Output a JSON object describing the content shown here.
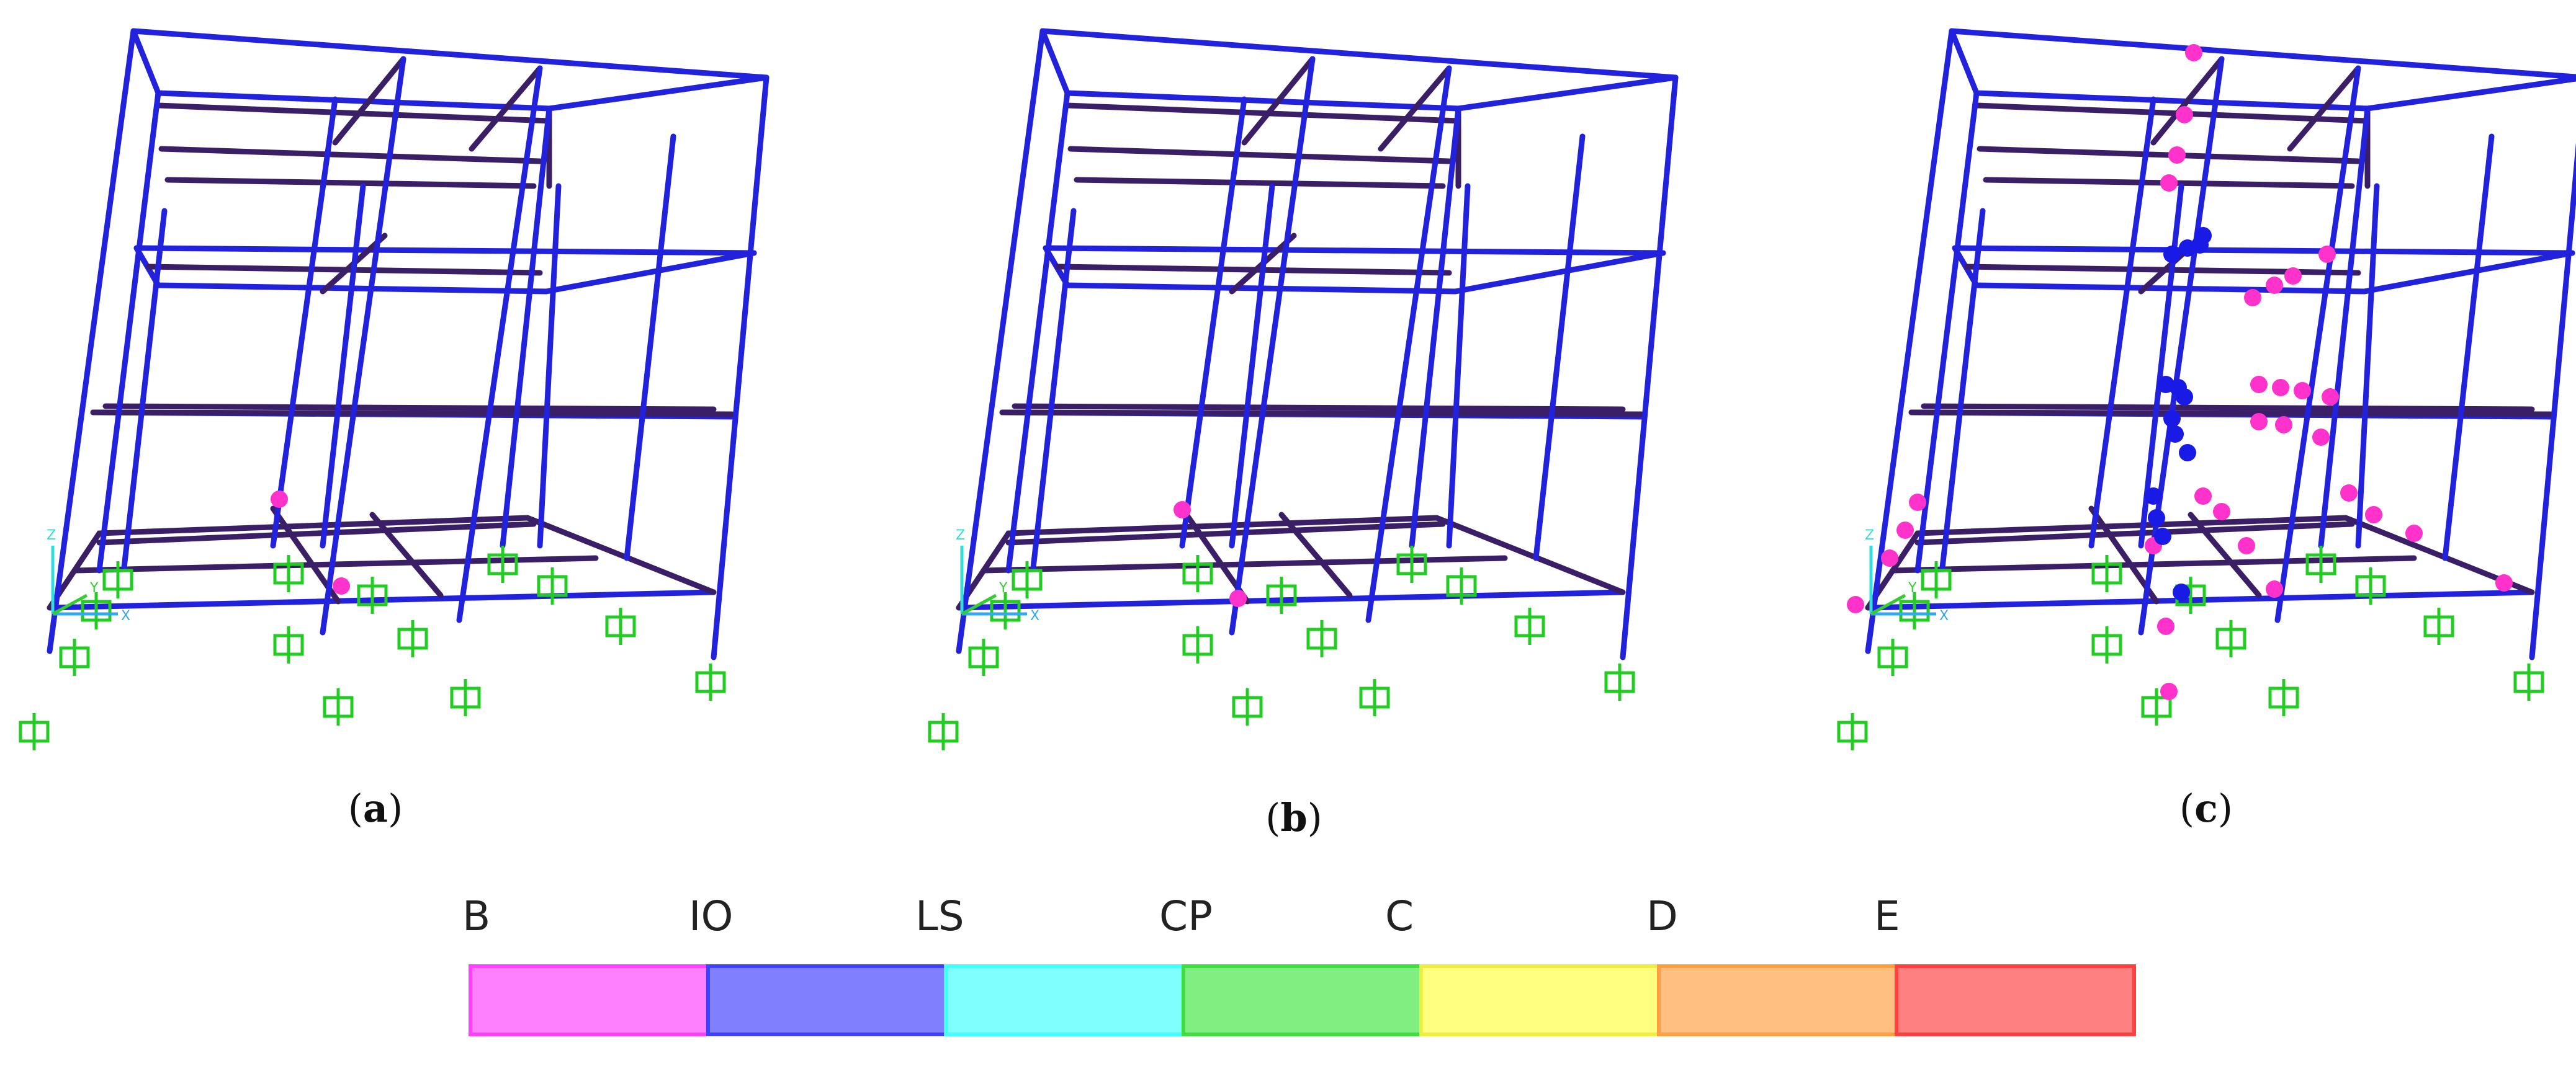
{
  "panels": [
    {
      "id": "a",
      "caption": "a",
      "hinges": [
        {
          "state": "B",
          "location": "ground-floor column top"
        },
        {
          "state": "B",
          "location": "ground-floor column bottom"
        }
      ]
    },
    {
      "id": "b",
      "caption": "b",
      "hinges": [
        {
          "state": "B",
          "location": "ground-floor column top"
        },
        {
          "state": "B",
          "location": "ground-floor column bottom"
        }
      ]
    },
    {
      "id": "c",
      "caption": "c",
      "hinges": "multiple B and IO hinges across floors"
    }
  ],
  "legend": {
    "items": [
      {
        "label": "B",
        "color": "#ff80ff"
      },
      {
        "label": "IO",
        "color": "#8080ff"
      },
      {
        "label": "LS",
        "color": "#80ffff"
      },
      {
        "label": "CP",
        "color": "#80ee80"
      },
      {
        "label": "C",
        "color": "#ffff80"
      },
      {
        "label": "D",
        "color": "#ffbf80"
      },
      {
        "label": "E",
        "color": "#ff8080"
      }
    ],
    "trailing_color": "#ff8080",
    "border_colors": [
      "#ff40ff",
      "#4040ff",
      "#40ffff",
      "#40dd40",
      "#eeee40",
      "#ff9f40",
      "#ff4040"
    ]
  },
  "colors": {
    "frame_columns": "#2222dd",
    "frame_beams": "#3a1f66",
    "hinge_b": "#ff33cc",
    "hinge_io": "#1a1ae6",
    "supports": "#22cc22",
    "axis_x": "#33aaee",
    "axis_y": "#33cc33",
    "axis_z": "#33dddd"
  },
  "axis_labels": {
    "x": "X",
    "y": "Y",
    "z": "Z"
  }
}
